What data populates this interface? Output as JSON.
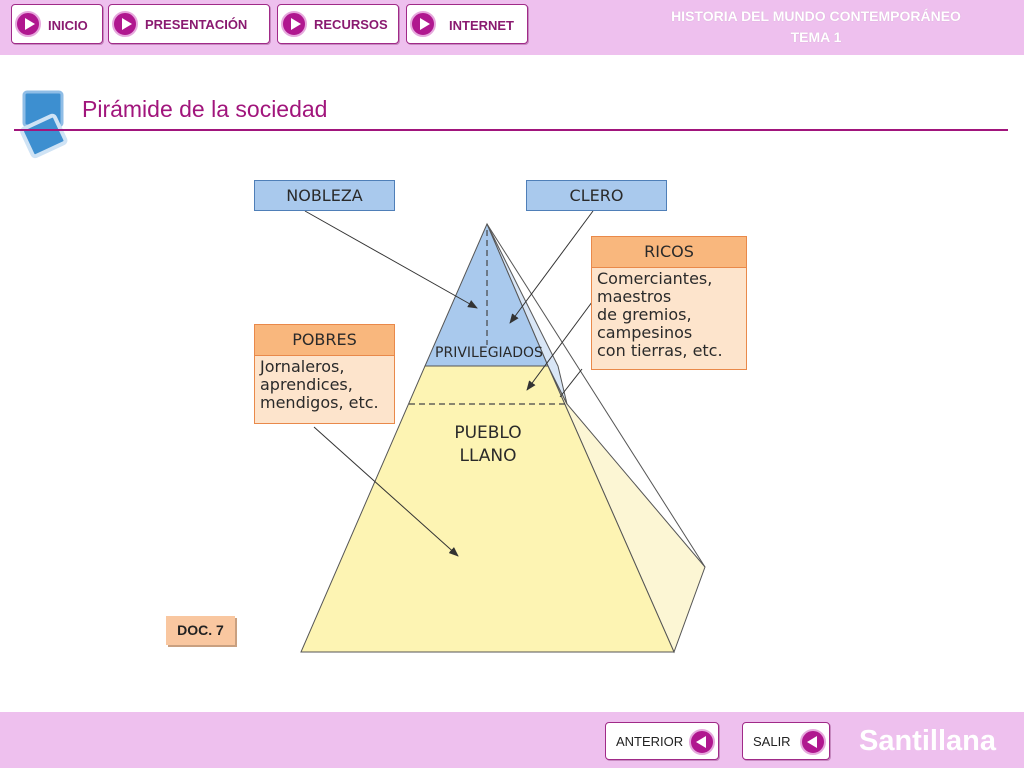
{
  "nav": {
    "inicio": "INICIO",
    "presentacion": "PRESENTACIÓN",
    "recursos": "RECURSOS",
    "internet": "INTERNET"
  },
  "header": {
    "line1": "HISTORIA DEL MUNDO CONTEMPORÁNEO",
    "line2": "TEMA 1"
  },
  "page_title": "Pirámide de la sociedad",
  "diagram": {
    "nobleza": "NOBLEZA",
    "clero": "CLERO",
    "ricos": {
      "title": "RICOS",
      "body": "Comerciantes,\nmaestros\nde gremios,\ncampesinos\ncon tierras, etc."
    },
    "pobres": {
      "title": "POBRES",
      "body": "Jornaleros,\naprendices,\nmendigos, etc."
    },
    "privilegiados": "PRIVILEGIADOS",
    "pueblo_llano_1": "PUEBLO",
    "pueblo_llano_2": "LLANO",
    "colors": {
      "privileged": "#a9c9ed",
      "pueblo": "#fdf4b3",
      "pueblo_side": "#fcf6d4",
      "priv_side": "#d9e6f6"
    }
  },
  "doc_tag": "DOC. 7",
  "footer": {
    "anterior": "ANTERIOR",
    "salir": "SALIR",
    "brand": "Santillana"
  }
}
